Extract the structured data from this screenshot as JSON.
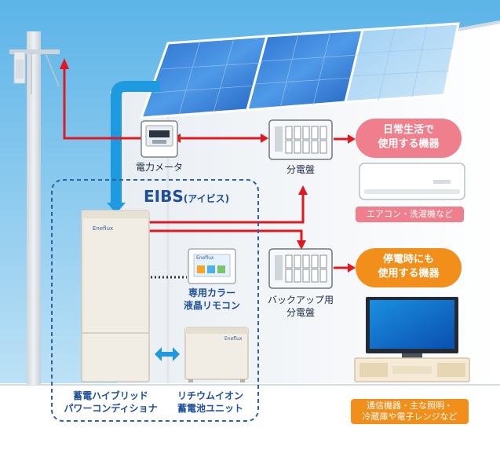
{
  "labels": {
    "meter": "電力メータ",
    "panel_main": "分電盤",
    "panel_backup_1": "バックアップ用",
    "panel_backup_2": "分電盤",
    "remote_1": "専用カラー",
    "remote_2": "液晶リモコン",
    "conditioner_1": "蓄電ハイブリッド",
    "conditioner_2": "パワーコンディショナ",
    "battery_1": "リチウムイオン",
    "battery_2": "蓄電池ユニット"
  },
  "eibs": {
    "title_main": "EIBS",
    "title_sub": "(アイビス)"
  },
  "daily_devices": {
    "line1": "日常生活で",
    "line2": "使用する機器",
    "examples": "エアコン・洗濯機など"
  },
  "outage_devices": {
    "line1": "停電時にも",
    "line2": "使用する機器",
    "examples_1": "通信機器・主な照明・",
    "examples_2": "冷蔵庫や電子レンジなど"
  },
  "brand": {
    "logo_text": "Eneflux"
  },
  "colors": {
    "power_red": "#e3171f",
    "solar_blue": "#1e9be0",
    "daily_pink": "#ef7f8c",
    "outage_orange": "#f18f1a",
    "eibs_border": "#2f5fa5"
  }
}
